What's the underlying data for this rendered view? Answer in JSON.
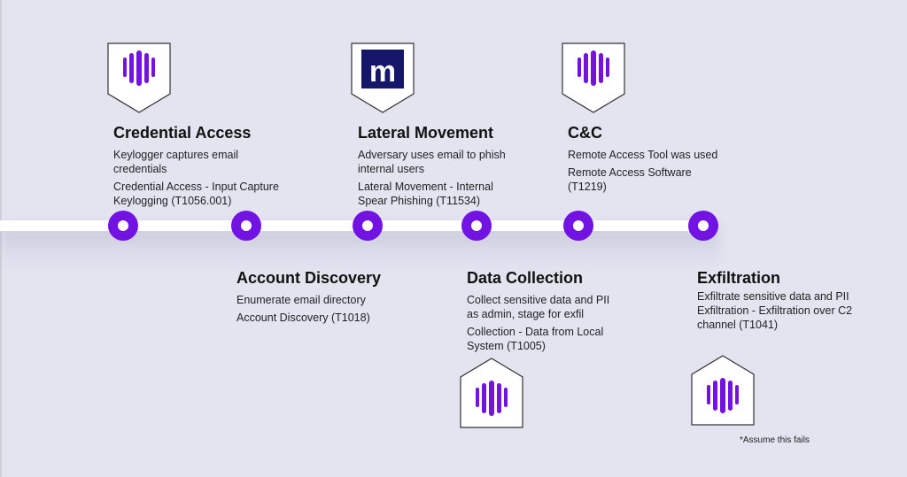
{
  "steps": [
    {
      "title": "Credential Access",
      "lines": [
        "Keylogger captures email credentials",
        "Credential Access - Input Capture Keylogging (T1056.001)"
      ],
      "icon": "purple-logo-icon"
    },
    {
      "title": "Account Discovery",
      "lines": [
        "Enumerate email directory",
        "Account Discovery (T1018)"
      ]
    },
    {
      "title": "Lateral Movement",
      "lines": [
        "Adversary uses email to phish internal users",
        "Lateral Movement - Internal Spear Phishing (T11534)"
      ],
      "icon": "m-logo-icon",
      "icon_letter": "m"
    },
    {
      "title": "Data Collection",
      "lines": [
        "Collect sensitive data and PII as admin, stage for exfil",
        "Collection - Data from Local System (T1005)"
      ],
      "icon": "purple-logo-icon"
    },
    {
      "title": "C&C",
      "lines": [
        "Remote Access Tool was used",
        "Remote Access Software (T1219)"
      ],
      "icon": "purple-logo-icon"
    },
    {
      "title": "Exfiltration",
      "lines": [
        "Exfiltrate sensitive data and PII",
        "Exfiltration - Exfiltration over C2 channel (T1041)"
      ],
      "icon": "purple-logo-icon"
    }
  ],
  "footnote": "*Assume this fails",
  "colors": {
    "background": "#e3e4f0",
    "accent": "#7212e3",
    "m_logo_bg": "#16166b"
  }
}
